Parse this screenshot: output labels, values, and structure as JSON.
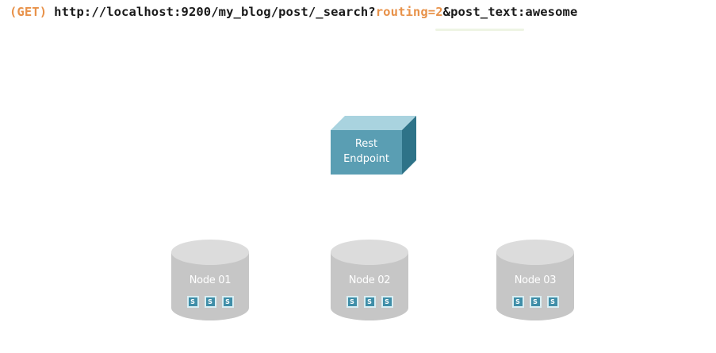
{
  "request": {
    "method": "(GET)",
    "url_base": "http://localhost:9200/my_blog/post/_search?",
    "routing_param": "routing=2",
    "query_rest": "&post_text:awesome"
  },
  "diagram": {
    "endpoint": {
      "line1": "Rest",
      "line2": "Endpoint"
    },
    "nodes": [
      {
        "label": "Node 01",
        "shards": [
          "S",
          "S",
          "S"
        ]
      },
      {
        "label": "Node 02",
        "shards": [
          "S",
          "S",
          "S"
        ]
      },
      {
        "label": "Node 03",
        "shards": [
          "S",
          "S",
          "S"
        ]
      }
    ]
  },
  "colors": {
    "accent_orange": "#e8924a",
    "endpoint_teal": "#5a9eb3",
    "node_gray": "#c8c8c8",
    "shard_blue": "#3f8ea8"
  }
}
